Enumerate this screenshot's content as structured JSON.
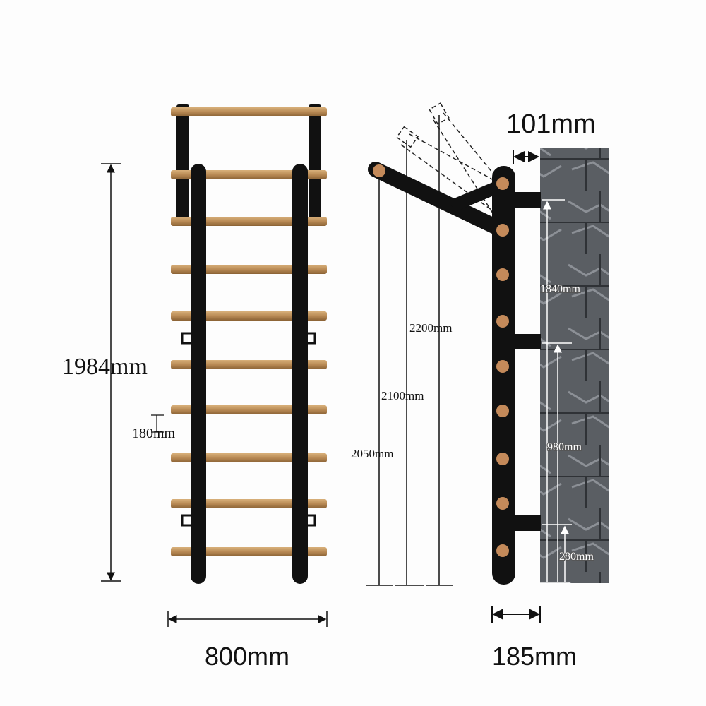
{
  "front_view": {
    "height_label": "1984mm",
    "rung_spacing_label": "180mm",
    "width_label": "800mm"
  },
  "side_view": {
    "wall_gap_label": "101mm",
    "depth_label": "185mm",
    "reach_labels": [
      "2200mm",
      "2100mm",
      "2050mm"
    ],
    "bracket_labels": [
      "1840mm",
      "980mm",
      "280mm"
    ]
  },
  "colors": {
    "frame": "#111111",
    "wood": "#b98a55",
    "wall": "#55595e"
  }
}
